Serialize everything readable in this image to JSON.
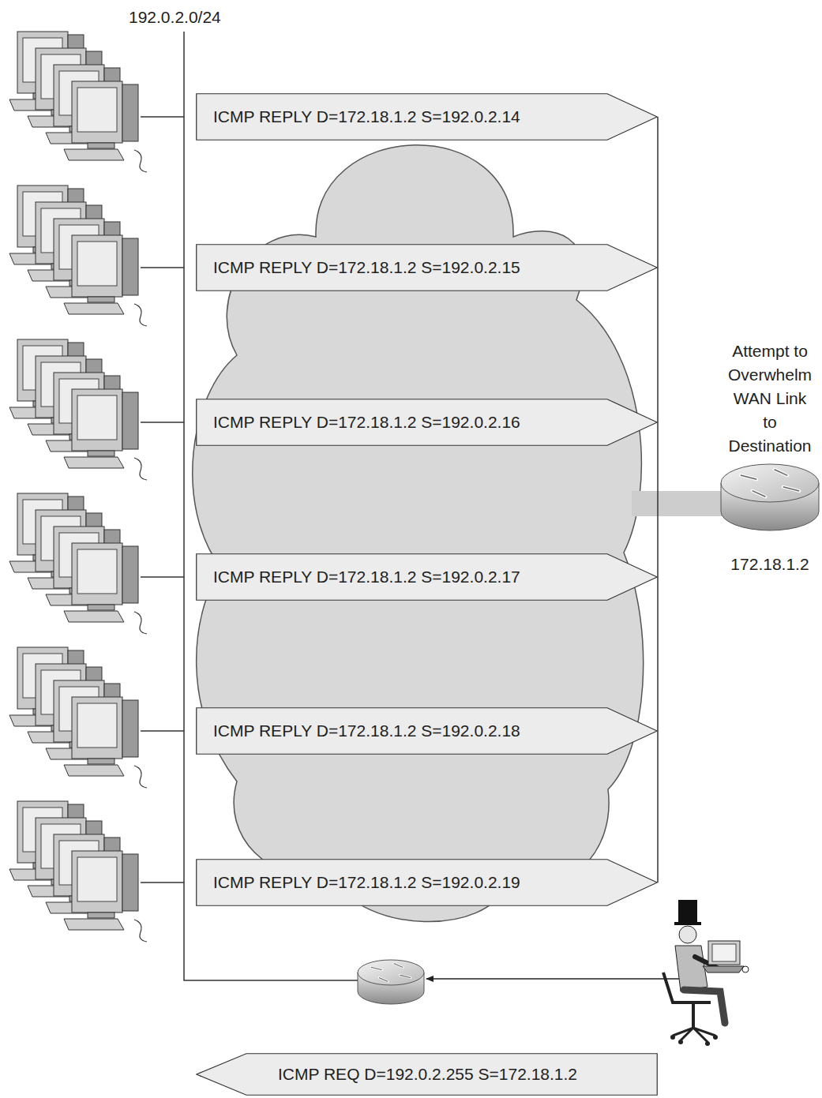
{
  "diagram": {
    "nodes": [
      {
        "text": [
          "ICMP REPLY D=172.18.1.2 S=192.0.2.14"
        ]
      },
      {
        "text": [
          "ICMP REPLY D=172.18.1.2 S=192.0.2.15"
        ]
      },
      {
        "text": [
          "ICMP REPLY D=172.18.1.2 S=192.0.2.16"
        ]
      },
      {
        "text": [
          "ICMP REPLY D=172.18.1.2 S=192.0.2.17"
        ]
      },
      {
        "text": [
          "ICMP REPLY D=172.18.1.2 S=192.0.2.18"
        ]
      },
      {
        "text": [
          "ICMP REPLY D=172.18.1.2 S=192.0.2.19"
        ]
      },
      {
        "text": [
          "ICMP REQ D=192.0.2.255 S=172.18.1.2"
        ]
      }
    ],
    "labels": [
      "192.0.2.0/24",
      "Attempt to Overwhelm WAN Link to Destination",
      "172.18.1.2"
    ]
  }
}
